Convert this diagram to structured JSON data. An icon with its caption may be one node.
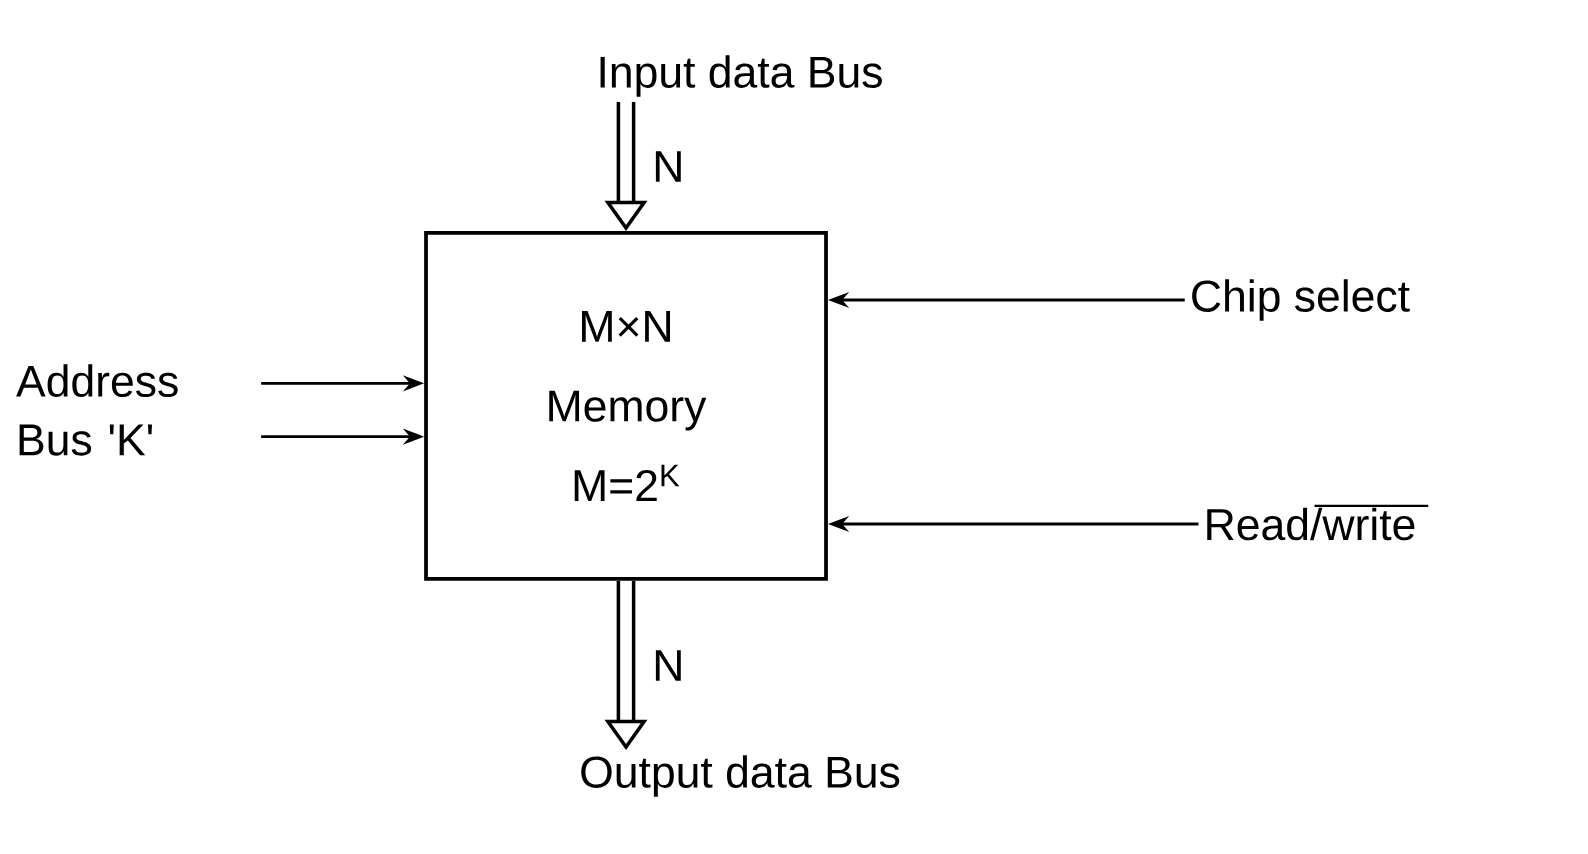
{
  "diagram": {
    "nodes": [
      {
        "text": [
          "M×N",
          "Memory",
          "M=2$^{K}$"
        ]
      },
      {
        "text": [
          "Input data Bus"
        ]
      },
      {
        "text": [
          "Address Bus 'K'"
        ]
      },
      {
        "text": [
          "Chip select"
        ]
      },
      {
        "text": [
          "Read/write"
        ]
      },
      {
        "text": [
          "Output data Bus"
        ]
      }
    ],
    "edges": [
      {
        "from": 1,
        "to": 0,
        "arrow": "to",
        "label": "N",
        "style": "thick"
      },
      {
        "from": 2,
        "to": 0,
        "arrow": "to"
      },
      {
        "from": 2,
        "to": 0,
        "arrow": "to"
      },
      {
        "from": 3,
        "to": 0,
        "arrow": "to"
      },
      {
        "from": 4,
        "to": 0,
        "arrow": "to"
      },
      {
        "from": 0,
        "to": 5,
        "arrow": "to",
        "label": "N",
        "style": "thick"
      }
    ]
  }
}
